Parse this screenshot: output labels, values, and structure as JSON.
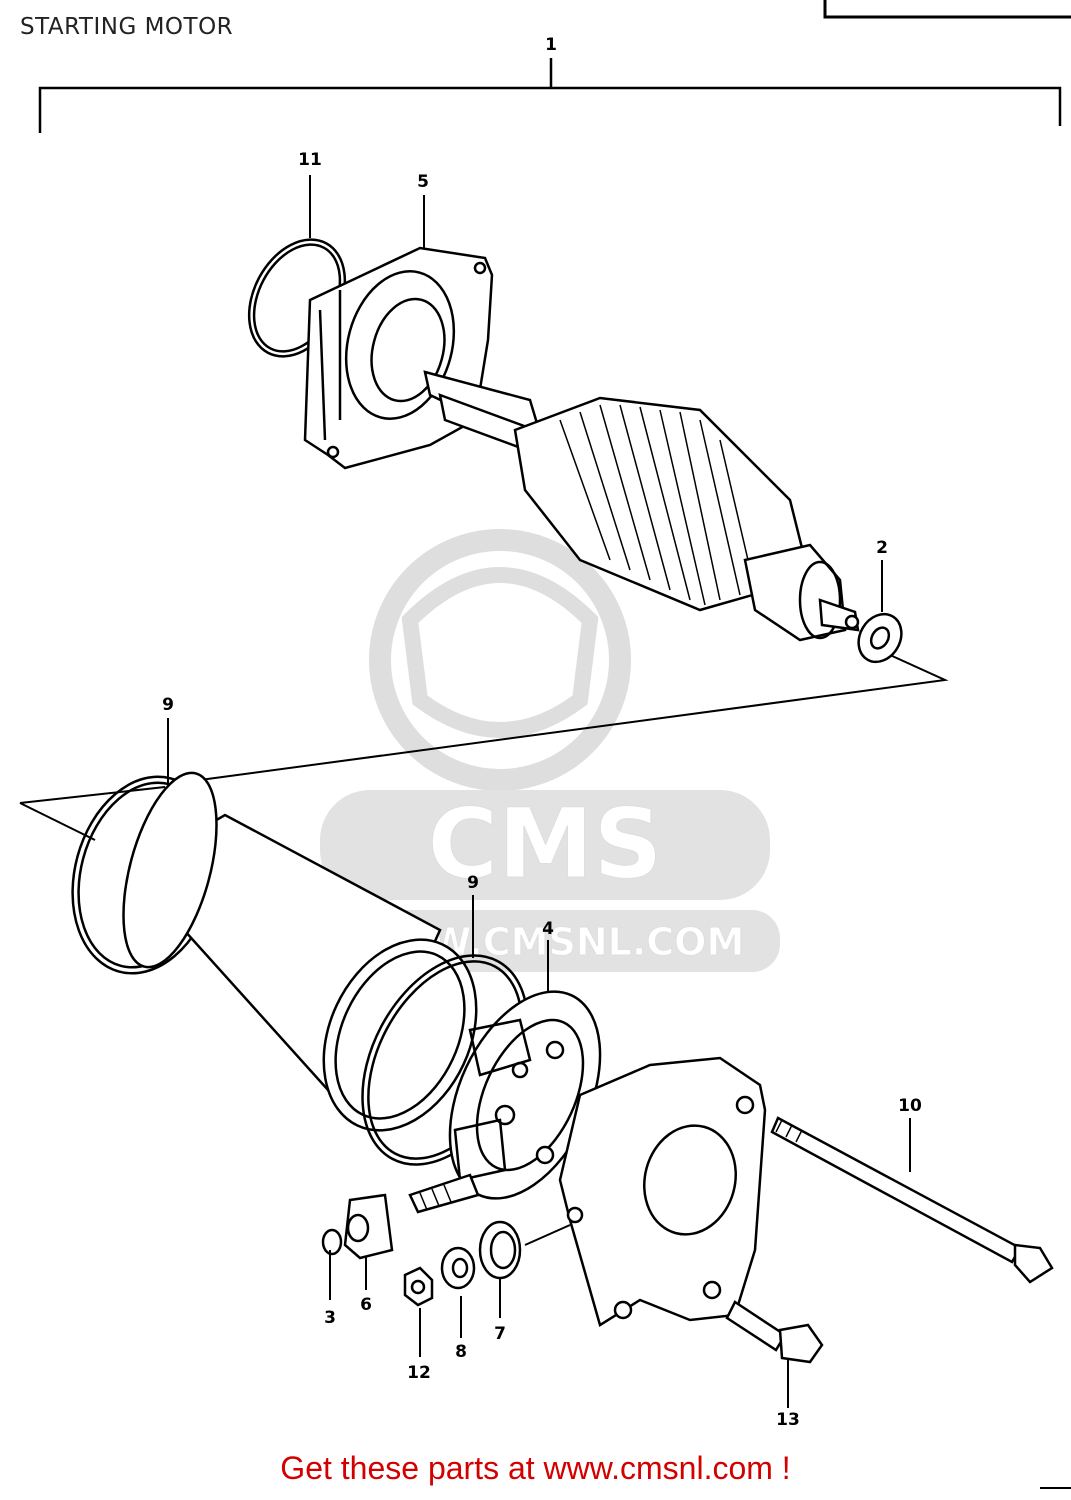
{
  "diagram": {
    "title": "STARTING MOTOR",
    "callouts": {
      "c1": "1",
      "c2": "2",
      "c3": "3",
      "c4": "4",
      "c5": "5",
      "c6": "6",
      "c7": "7",
      "c8": "8",
      "c9a": "9",
      "c9b": "9",
      "c10": "10",
      "c11": "11",
      "c12": "12",
      "c13": "13"
    }
  },
  "watermark": {
    "brand": "CMS",
    "url": "WWW.CMSNL.COM"
  },
  "footer": {
    "text": "Get these parts at www.cmsnl.com !"
  },
  "colors": {
    "line": "#000000",
    "watermark": "#d9d9d9",
    "footer": "#d40000"
  }
}
